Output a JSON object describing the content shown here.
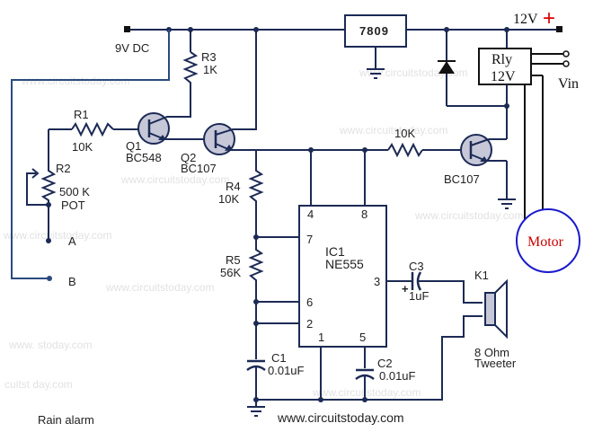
{
  "title": "Rain alarm",
  "website": "www.circuitstoday.com",
  "watermarks": [
    "www.circuitstoday.com",
    "www.circuitstoday.com",
    "www.circuitstoday.com",
    "www.circuitstoday.com",
    "www.circuitstoday.com",
    "www.circuitstoday.com",
    "www.circuitstoday.com",
    "www.      stoday.com",
    "cuitst  day.com",
    "www.circuitstoday.com"
  ],
  "supply": {
    "dc_label": "9V DC",
    "plus12_label": "12V",
    "plus_sign": "+",
    "vin_label": "Vin"
  },
  "regulator": {
    "label": "7809"
  },
  "relay": {
    "line1": "Rly",
    "line2": "12V"
  },
  "motor": {
    "label": "Motor"
  },
  "probes": {
    "a": "A",
    "b": "B"
  },
  "components": {
    "r1": {
      "ref": "R1",
      "value": "10K"
    },
    "r2": {
      "ref": "R2",
      "value": "500 K",
      "type": "POT"
    },
    "r3": {
      "ref": "R3",
      "value": "1K"
    },
    "r4": {
      "ref": "R4",
      "value": "10K"
    },
    "r5": {
      "ref": "R5",
      "value": "56K"
    },
    "r6": {
      "value": "10K"
    },
    "q1": {
      "ref": "Q1",
      "part": "BC548"
    },
    "q2": {
      "ref": "Q2",
      "part": "BC107"
    },
    "q3": {
      "part": "BC107"
    },
    "c1": {
      "ref": "C1",
      "value": "0.01uF"
    },
    "c2": {
      "ref": "C2",
      "value": "0.01uF"
    },
    "c3": {
      "ref": "C3",
      "value": "1uF",
      "polarity": "+"
    },
    "ic1": {
      "ref": "IC1",
      "part": "NE555",
      "pins": {
        "p1": "1",
        "p2": "2",
        "p3": "3",
        "p4": "4",
        "p5": "5",
        "p6": "6",
        "p7": "7",
        "p8": "8"
      }
    },
    "k1": {
      "ref": "K1",
      "value": "8 Ohm",
      "type": "Tweeter"
    }
  },
  "colors": {
    "wire": "#1c2a55",
    "motor_circle": "#1a1acc",
    "motor_text": "#cc0000",
    "plus_sign": "#dd0000"
  }
}
